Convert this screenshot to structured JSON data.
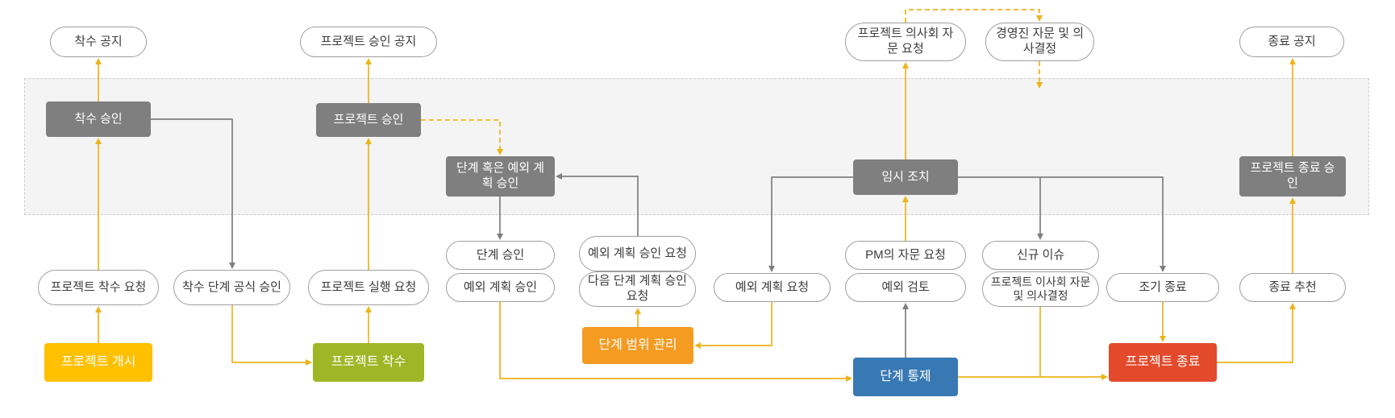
{
  "colors": {
    "arrow_yellow": "#EEB31B",
    "arrow_gray": "#7F7F7F",
    "box_gray": "#7F7F7F",
    "pill_border": "#9E9E9E",
    "band_bg": "#F4F4F4",
    "band_border": "#CFCFCF",
    "text_dark": "#3C3C3C",
    "proc_startup": "#FFC000",
    "proc_initiation": "#9FB626",
    "proc_boundary": "#F59B22",
    "proc_control": "#3879B4",
    "proc_closing": "#E24A2B"
  },
  "notices": {
    "startup": "착수 공지",
    "project_approval": "프로젝트 승인 공지",
    "board_advice_request": "프로젝트 의사회 자문 요청",
    "executive_advice_decision": "경영진 자문 및 의사결정",
    "closure": "종료 공지"
  },
  "board_activities": {
    "authorize_initiation": "착수 승인",
    "authorize_project": "프로젝트 승인",
    "authorize_stage_or_exception_plan": "단계 혹은 예외 계획 승인",
    "ad_hoc_direction": "임시 조치",
    "authorize_closure": "프로젝트 종료 승인"
  },
  "flows": {
    "initiation_request": "프로젝트 착수 요청",
    "formal_initiation_stage_approval": "착수 단계 공식 승인",
    "execution_request": "프로젝트 실행 요청",
    "stage_approval": "단계 승인",
    "exception_plan_approval": "예외 계획 승인",
    "exception_plan_approval_request": "예외 계획 승인 요청",
    "next_stage_plan_approval_request": "다음 단계 계획 승인 요청",
    "exception_plan_request": "예외 계획 요청",
    "pm_advice_request": "PM의 자문 요청",
    "exception_review": "예외 검토",
    "new_issue": "신규 이슈",
    "board_advice_and_decision": "프로젝트 이사회 자문 및 의사결정",
    "early_closure": "조기 종료",
    "closure_recommendation": "종료 추천"
  },
  "processes": {
    "starting_up": "프로젝트 개시",
    "initiating": "프로젝트 착수",
    "stage_boundary": "단계 범위 관리",
    "controlling_stage": "단계 통제",
    "closing": "프로젝트 종료"
  }
}
